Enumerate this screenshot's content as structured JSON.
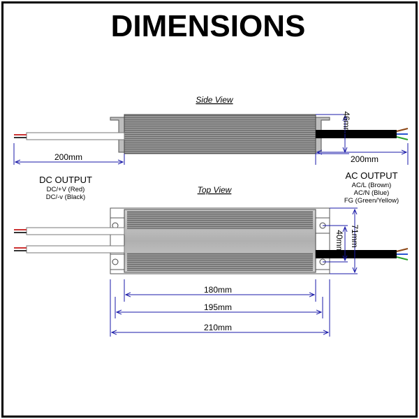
{
  "title": "DIMENSIONS",
  "side_view": {
    "label": "Side View",
    "left_cable_length": "200mm",
    "right_cable_length": "200mm",
    "height": "46mm"
  },
  "top_view": {
    "label": "Top View",
    "body_length": "180mm",
    "mount_hole_spacing": "195mm",
    "overall_length": "210mm",
    "mount_hole_spacing_vertical": "40mm",
    "overall_width": "71mm"
  },
  "dc_output": {
    "heading": "DC OUTPUT",
    "lines": [
      "DC/+V (Red)",
      "DC/-v (Black)"
    ]
  },
  "ac_output": {
    "heading": "AC OUTPUT",
    "lines": [
      "AC/L (Brown)",
      "AC/N (Blue)",
      "FG (Green/Yellow)"
    ]
  },
  "colors": {
    "dimension_line": "#1a1aa8",
    "body_dark": "#6d6d6d",
    "body_light": "#c8c8c8",
    "cable_black": "#000000",
    "wire_brown": "#8b4513",
    "wire_blue": "#2a55d0",
    "wire_green": "#2aa02a",
    "wire_red": "#d02020"
  }
}
